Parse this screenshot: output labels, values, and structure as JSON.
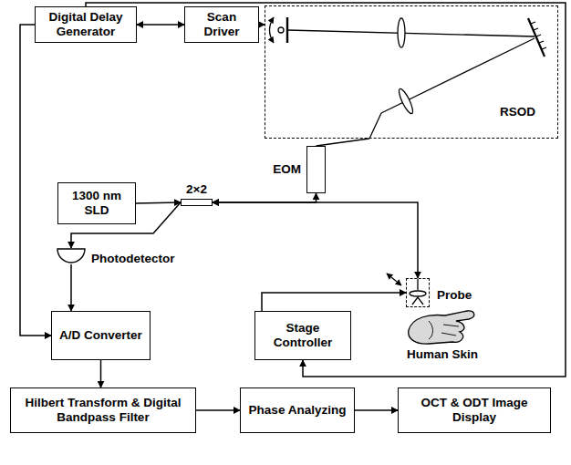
{
  "diagram": {
    "nodes": [
      {
        "text": [
          "Digital Delay Generator"
        ]
      },
      {
        "text": [
          "Scan Driver"
        ]
      },
      {
        "text": [
          "RSOD"
        ]
      },
      {
        "text": [
          "EOM"
        ]
      },
      {
        "text": [
          "1300 nm SLD"
        ]
      },
      {
        "text": [
          "2×2"
        ]
      },
      {
        "text": [
          "Photodetector"
        ]
      },
      {
        "text": [
          "Probe"
        ]
      },
      {
        "text": [
          "Stage Controller"
        ]
      },
      {
        "text": [
          "A/D Converter"
        ]
      },
      {
        "text": [
          "Hilbert Transform & Digital Bandpass Filter"
        ]
      },
      {
        "text": [
          "Phase Analyzing"
        ]
      },
      {
        "text": [
          "OCT & ODT Image Display"
        ]
      }
    ],
    "edges": [
      {
        "from": 0,
        "to": 1,
        "arrow": "both"
      },
      {
        "from": 1,
        "to": 2,
        "arrow": "to"
      },
      {
        "from": 0,
        "to": 8,
        "arrow": "to"
      },
      {
        "from": 0,
        "to": 9,
        "arrow": "to"
      },
      {
        "from": 4,
        "to": 5,
        "arrow": "to"
      },
      {
        "from": 5,
        "to": 6,
        "arrow": "to"
      },
      {
        "from": 5,
        "to": 3,
        "arrow": "both"
      },
      {
        "from": 3,
        "to": 2,
        "arrow": "none"
      },
      {
        "from": 5,
        "to": 7,
        "arrow": "both"
      },
      {
        "from": 8,
        "to": 7,
        "arrow": "to"
      },
      {
        "from": 6,
        "to": 9,
        "arrow": "to"
      },
      {
        "from": 9,
        "to": 10,
        "arrow": "to"
      },
      {
        "from": 10,
        "to": 11,
        "arrow": "to"
      },
      {
        "from": 11,
        "to": 12,
        "arrow": "to"
      }
    ],
    "labels": [
      "Human Skin"
    ]
  }
}
